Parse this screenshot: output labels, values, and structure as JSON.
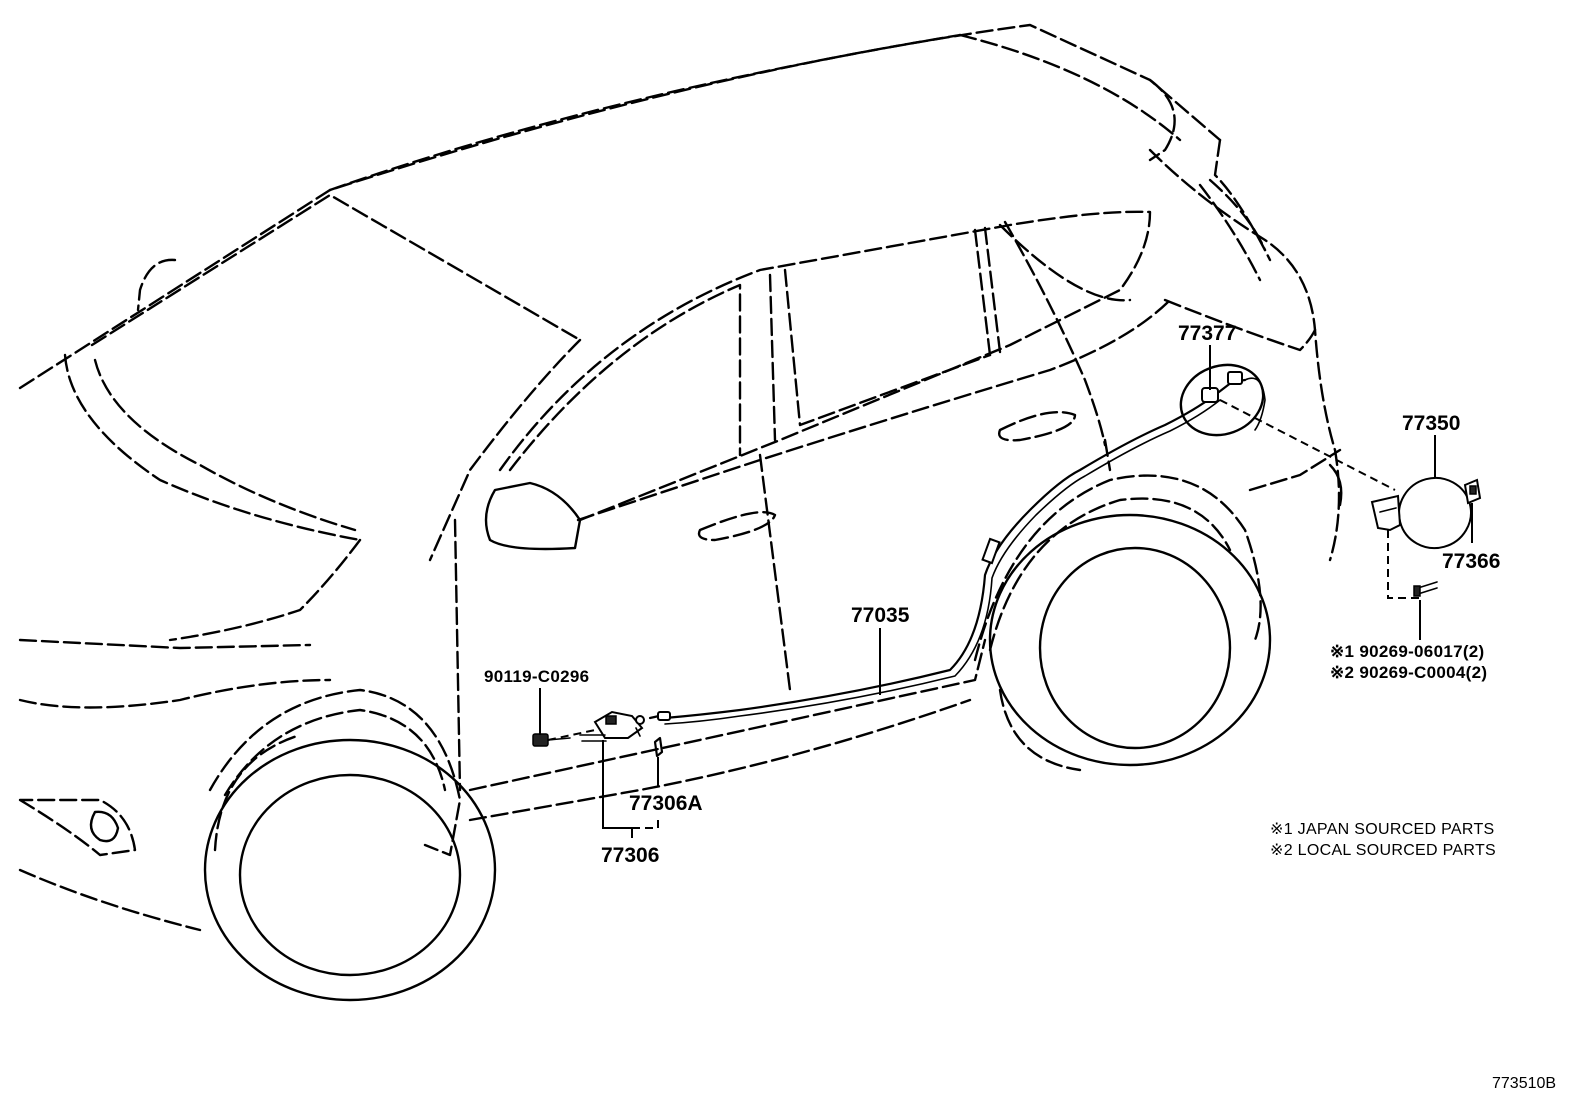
{
  "callouts": {
    "p77377": "77377",
    "p77350": "77350",
    "p77366": "77366",
    "p77035": "77035",
    "p90119": "90119-C0296",
    "p77306A": "77306A",
    "p77306": "77306",
    "note_bolt_1": "※1 90269-06017(2)",
    "note_bolt_2": "※2 90269-C0004(2)"
  },
  "legend": {
    "line1": "※1 JAPAN SOURCED PARTS",
    "line2": "※2 LOCAL SOURCED PARTS"
  },
  "figure_id": "773510B"
}
